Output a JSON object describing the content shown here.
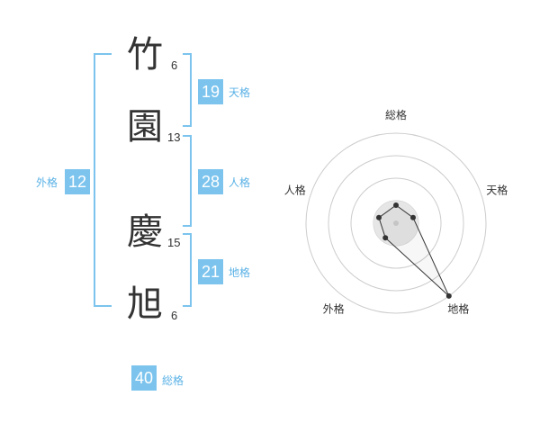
{
  "name_chars": [
    {
      "char": "竹",
      "strokes": "6"
    },
    {
      "char": "園",
      "strokes": "13"
    },
    {
      "char": "慶",
      "strokes": "15"
    },
    {
      "char": "旭",
      "strokes": "6"
    }
  ],
  "fortunes": {
    "tenkaku": {
      "value": "19",
      "label": "天格"
    },
    "jinkaku": {
      "value": "28",
      "label": "人格"
    },
    "chikaku": {
      "value": "21",
      "label": "地格"
    },
    "gaikaku": {
      "value": "12",
      "label": "外格"
    },
    "soukaku": {
      "value": "40",
      "label": "総格"
    }
  },
  "colors": {
    "accent": "#7cc4ee",
    "accent_text": "#5bb2e6",
    "text": "#333333",
    "grid": "#cccccc",
    "center_fill": "#e6e6e6"
  },
  "chart_data": {
    "type": "radar",
    "axes": [
      "総格",
      "天格",
      "地格",
      "外格",
      "人格"
    ],
    "values": [
      0.2,
      0.2,
      1.0,
      0.2,
      0.2
    ],
    "rings": 4,
    "grid": true
  }
}
